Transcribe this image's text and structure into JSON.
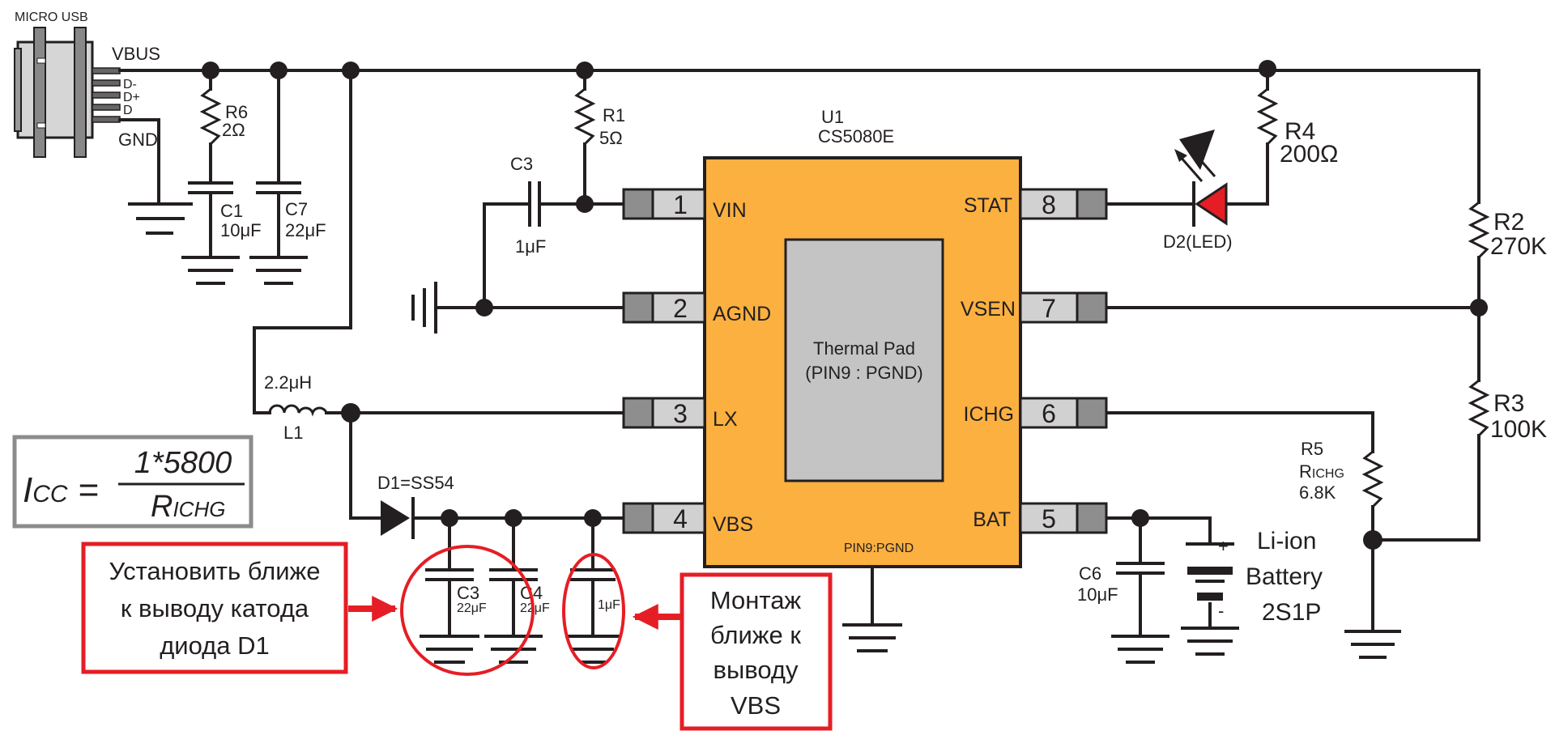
{
  "connector": {
    "title": "MICRO USB",
    "pins": [
      "VBUS",
      "D-",
      "D+",
      "D",
      "GND"
    ]
  },
  "ic": {
    "ref": "U1",
    "part": "CS5080E",
    "pad_line1": "Thermal Pad",
    "pad_line2": "(PIN9 : PGND)",
    "bottom_label": "PIN9:PGND",
    "pins": [
      {
        "num": "1",
        "name": "VIN"
      },
      {
        "num": "2",
        "name": "AGND"
      },
      {
        "num": "3",
        "name": "LX"
      },
      {
        "num": "4",
        "name": "VBS"
      },
      {
        "num": "5",
        "name": "BAT"
      },
      {
        "num": "6",
        "name": "ICHG"
      },
      {
        "num": "7",
        "name": "VSEN"
      },
      {
        "num": "8",
        "name": "STAT"
      }
    ]
  },
  "components": {
    "r6": {
      "ref": "R6",
      "value": "2Ω"
    },
    "c1": {
      "ref": "C1",
      "value": "10μF"
    },
    "c7": {
      "ref": "C7",
      "value": "22μF"
    },
    "r1": {
      "ref": "R1",
      "value": "5Ω"
    },
    "c3_top": {
      "ref": "C3",
      "value": "1μF"
    },
    "l1": {
      "ref": "L1",
      "value": "2.2μH"
    },
    "d1": {
      "label": "D1=SS54"
    },
    "c3_bot": {
      "ref": "C3",
      "value": "22μF"
    },
    "c4": {
      "ref": "C4",
      "value": "22μF"
    },
    "c_1u": {
      "value": "1μF"
    },
    "r4": {
      "ref": "R4",
      "value": "200Ω"
    },
    "d2": {
      "label": "D2(LED)"
    },
    "r2": {
      "ref": "R2",
      "value": "270K"
    },
    "r3": {
      "ref": "R3",
      "value": "100K"
    },
    "r5": {
      "ref": "R5",
      "name": "R",
      "name_sub": "ICHG",
      "value": "6.8K"
    },
    "c6": {
      "ref": "C6",
      "value": "10μF"
    },
    "battery": {
      "plus": "+",
      "minus": "-",
      "line1": "Li-ion",
      "line2": "Battery",
      "line3": "2S1P"
    }
  },
  "formula": {
    "lhs": "I",
    "lhs_sub": "CC",
    "eq": "=",
    "numerator": "1*5800",
    "denominator": "R",
    "denominator_sub": "ICHG"
  },
  "notes": {
    "left": [
      "Установить ближе",
      "к выводу катода",
      "диода D1"
    ],
    "right": [
      "Монтаж",
      "ближе к",
      "выводу",
      "VBS"
    ]
  },
  "colors": {
    "ic_body": "#FBB040",
    "thermal_pad": "#C4C4C4",
    "pin_light": "#D1D1D1",
    "pin_dark": "#8E8E8E",
    "annotation": "#E51E25",
    "wire": "#231F20",
    "formula_border": "#8C8C8C"
  }
}
